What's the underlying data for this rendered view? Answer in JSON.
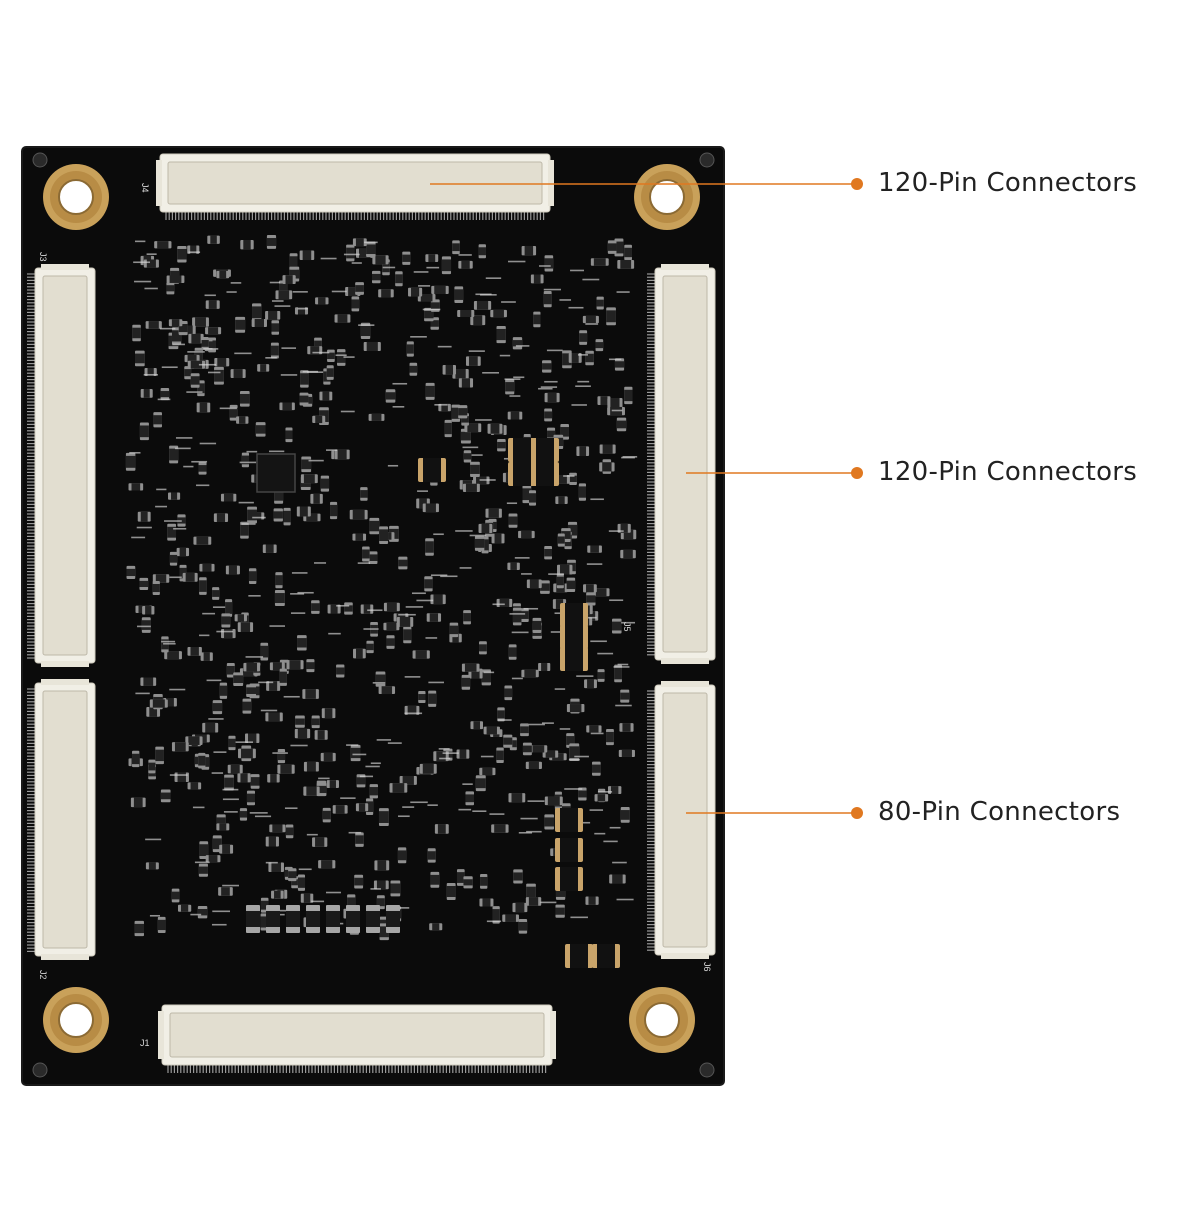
{
  "colors": {
    "board": "#0b0b0b",
    "board_edge": "#1a1a1a",
    "gold_pad": "#c9a15a",
    "connector_body": "#f1efe6",
    "connector_inner": "#e2ded0",
    "pin": "#9a9a9a",
    "accent": "#e07820",
    "silkscreen": "#d9d9d9",
    "cap_body": "#c9a46a",
    "text": "#222222"
  },
  "callouts": [
    {
      "id": "top",
      "label": "120-Pin Connectors"
    },
    {
      "id": "right-upper",
      "label": "120-Pin Connectors"
    },
    {
      "id": "right-lower",
      "label": "80-Pin Connectors"
    }
  ],
  "board_labels": {
    "j1": "J1",
    "j2": "J2",
    "j3": "J3",
    "j4": "J4",
    "j5": "J5",
    "j6": "J6"
  }
}
